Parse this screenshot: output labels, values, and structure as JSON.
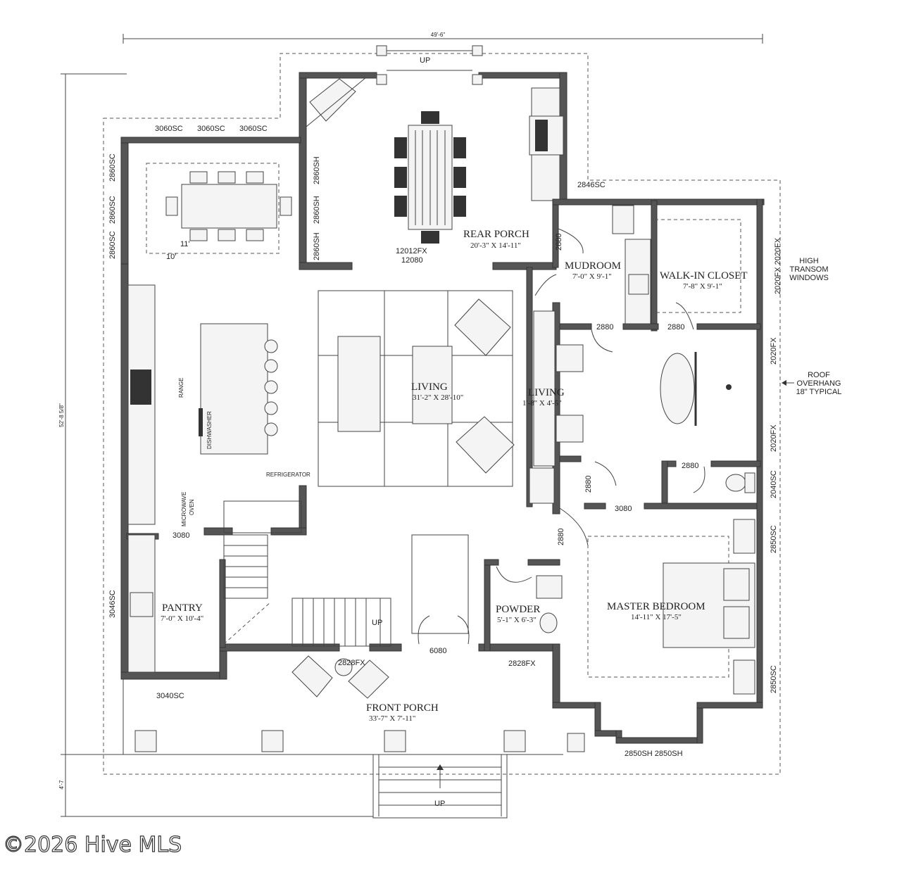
{
  "dimensions": {
    "overall_width": "49'-6\"",
    "overall_depth": "52'-8 5/8\"",
    "steps_depth": "4'-7"
  },
  "rooms": {
    "rear_porch": {
      "name": "REAR PORCH",
      "size": "20'-3\" X 14'-11\""
    },
    "mudroom": {
      "name": "MUDROOM",
      "size": "7'-0\" X 9'-1\""
    },
    "walk_in_closet": {
      "name": "WALK-IN CLOSET",
      "size": "7'-8\" X 9'-1\""
    },
    "living": {
      "name": "LIVING",
      "size": "31'-2\" X 28'-10\""
    },
    "bath": {
      "name": "LIVING",
      "size": "1'-8\" X 4'-5\""
    },
    "pantry": {
      "name": "PANTRY",
      "size": "7'-0\" X 10'-4\""
    },
    "powder": {
      "name": "POWDER",
      "size": "5'-1\" X 6'-3\""
    },
    "master_bedroom": {
      "name": "MASTER BEDROOM",
      "size": "14'-11\" X 17'-5\""
    },
    "front_porch": {
      "name": "FRONT PORCH",
      "size": "33'-7\" X 7'-11\""
    }
  },
  "windows": {
    "rear_top_1": "3060SC",
    "rear_top_2": "3060SC",
    "rear_top_3": "3060SC",
    "left_1": "2860SC",
    "left_2": "2860SC",
    "left_3": "2860SC",
    "dining_right_1": "2860SH",
    "dining_right_2": "2860SH",
    "dining_right_3": "2860SH",
    "porch_fx": "12012FX",
    "porch_door": "12080",
    "rear_right": "2846SC",
    "closet_fx": "2020FX 2020FX",
    "bath_fx_1": "2020FX",
    "bath_fx_2": "2020FX",
    "bath_sc": "2040SC",
    "bed_sc_1": "2850SC",
    "bed_sc_2": "2850SC",
    "bed_sh": "2850SH  2850SH",
    "pantry_sc": "3046SC",
    "front_sc": "3040SC",
    "front_fx": "2828FX",
    "powder_fx": "2828FX"
  },
  "doors": {
    "mud_door": "2880",
    "closet_door_1": "2880",
    "closet_door_2": "2880",
    "bath_door_1": "2880",
    "bath_door_2": "2880",
    "hall_door": "2880",
    "bath_entry": "3080",
    "kitchen_door": "3080",
    "front_door": "6080"
  },
  "labels": {
    "high_transom_1": "HIGH",
    "high_transom_2": "TRANSOM",
    "high_transom_3": "WINDOWS",
    "roof_1": "ROOF",
    "roof_2": "OVERHANG",
    "roof_3": "18\" TYPICAL",
    "range": "RANGE",
    "dishwasher": "DISHWASHER",
    "refrigerator": "REFRIGERATOR",
    "microwave_1": "MICROWAVE",
    "microwave_2": "OVEN",
    "up_rear": "UP",
    "up_stair": "UP",
    "up_front": "UP",
    "rug_11": "11'",
    "rug_10": "10'"
  },
  "watermark": "©2026 Hive MLS"
}
